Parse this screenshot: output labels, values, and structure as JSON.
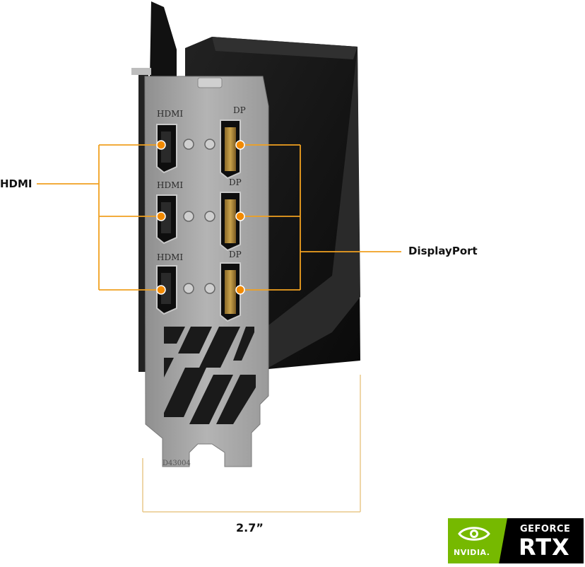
{
  "labels": {
    "hdmi": "HDMI",
    "displayport": "DisplayPort",
    "width": "2.7”"
  },
  "bracket_markings": {
    "hdmi_port": "HDMI",
    "dp_port": "DP",
    "part_code": "D43004"
  },
  "badge": {
    "nvidia": "NVIDIA.",
    "geforce": "GEFORCE",
    "rtx": "RTX"
  },
  "colors": {
    "callout": "#f0a020",
    "port_marker": "#f28a00",
    "bracket_metal": "#a9a9a9",
    "shroud": "#141414",
    "nvidia_green": "#76b900",
    "dimension_line": "#e8c88a"
  }
}
